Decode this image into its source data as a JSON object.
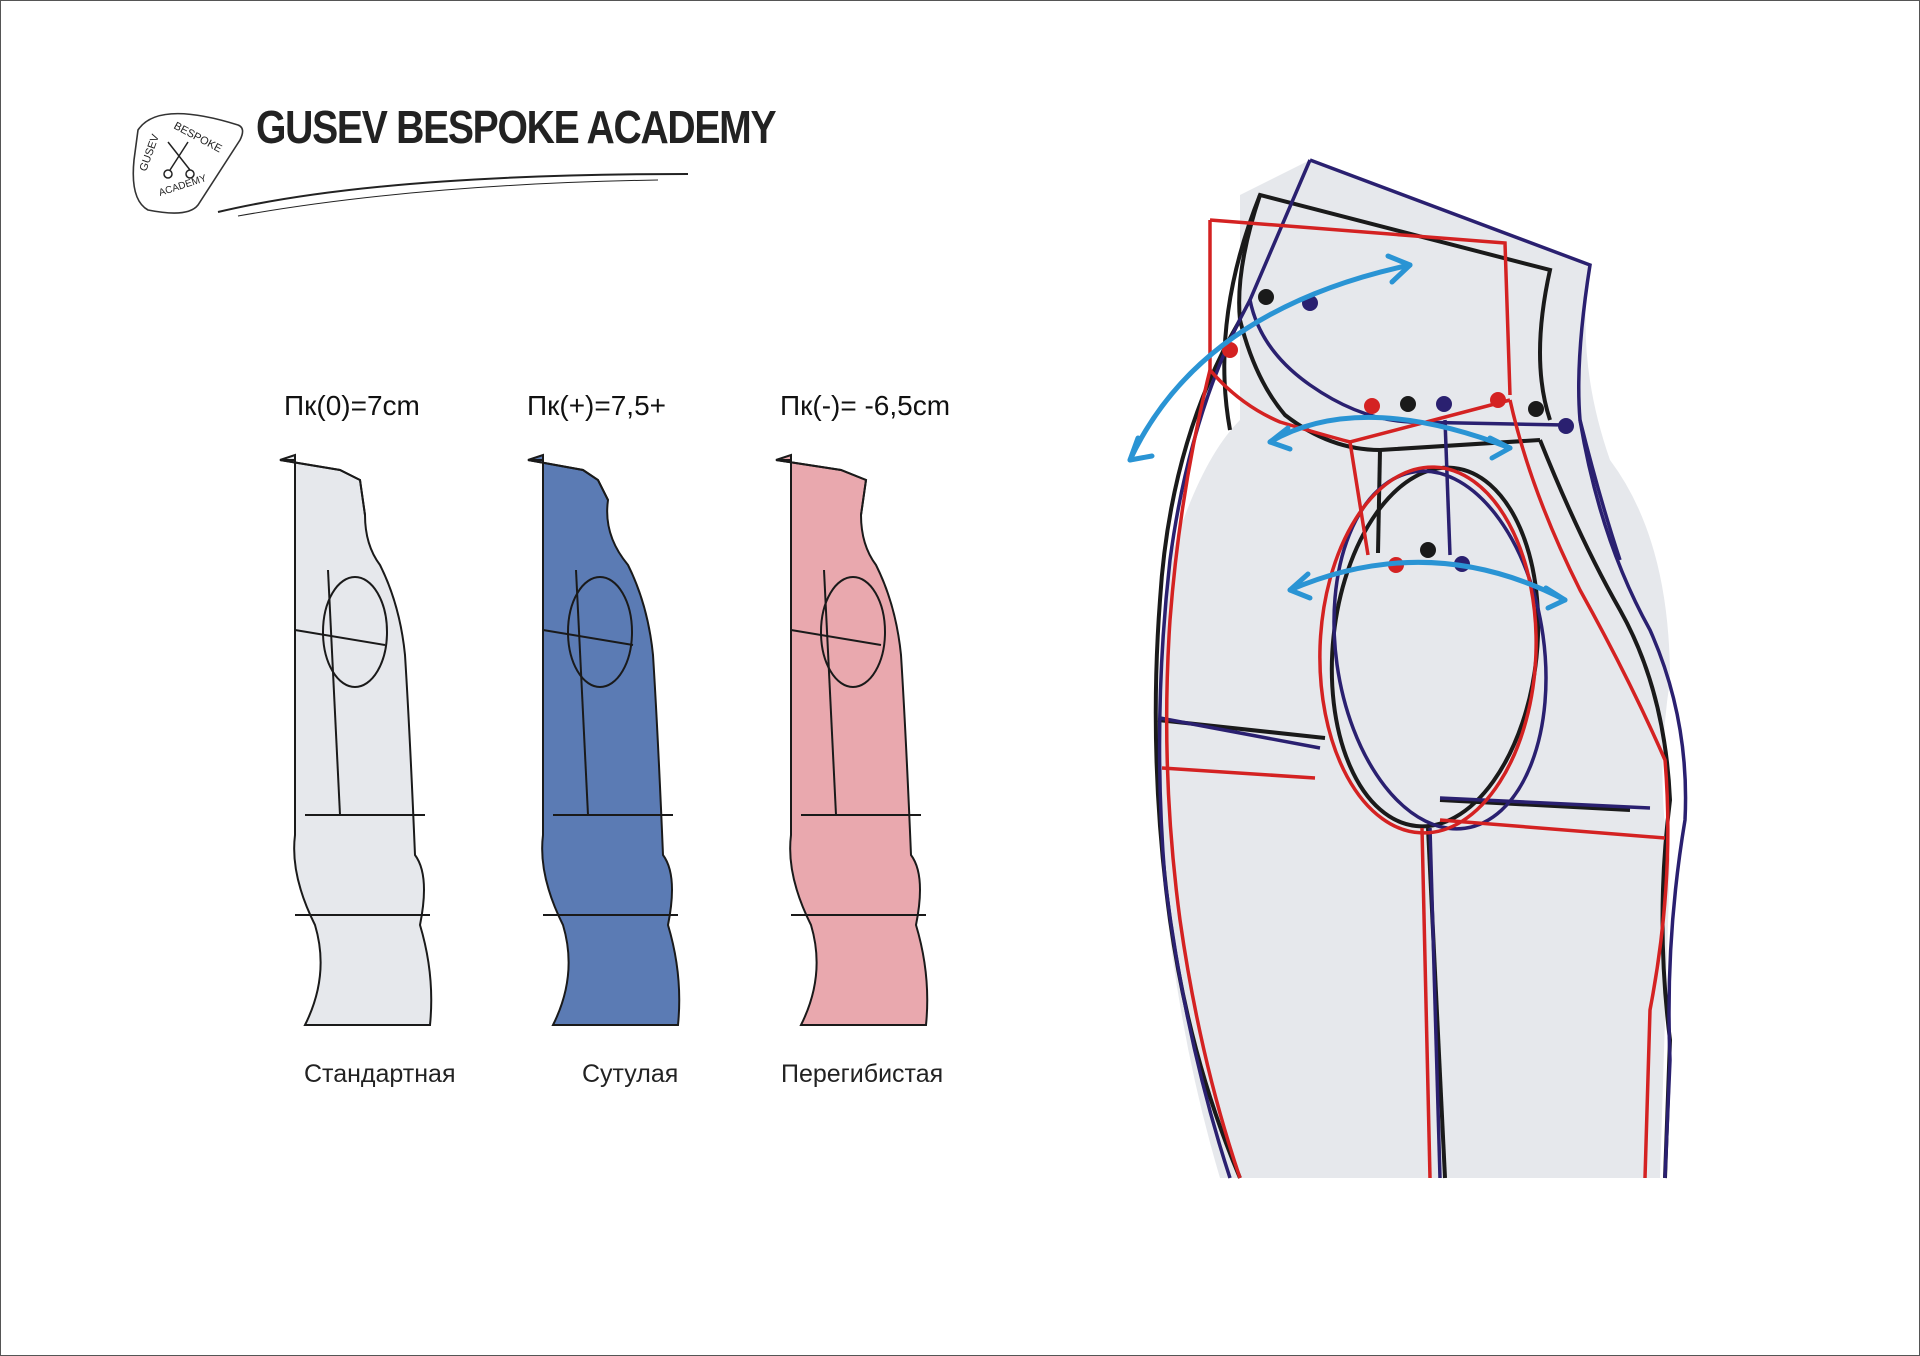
{
  "brand": {
    "title": "GUSEV BESPOKE ACADEMY",
    "seal_text": [
      "GUSEV",
      "BESPOKE",
      "ACADEMY"
    ]
  },
  "figures": [
    {
      "measure": "Пк(0)=7cm",
      "caption": "Стандартная",
      "fill": "#e6e8ec"
    },
    {
      "measure": "Пк(+)=7,5+",
      "caption": "Сутулая",
      "fill": "#5b7bb4"
    },
    {
      "measure": "Пк(-)= -6,5cm",
      "caption": "Перегибистая",
      "fill": "#e9a8ae"
    }
  ],
  "colors": {
    "outline": "#1a1a1a",
    "standard_line": "#1a1a1a",
    "stooped_line": "#2a2070",
    "upright_line": "#d42222",
    "arrow": "#2a94d4",
    "pattern_fill": "#e6e8ec"
  }
}
